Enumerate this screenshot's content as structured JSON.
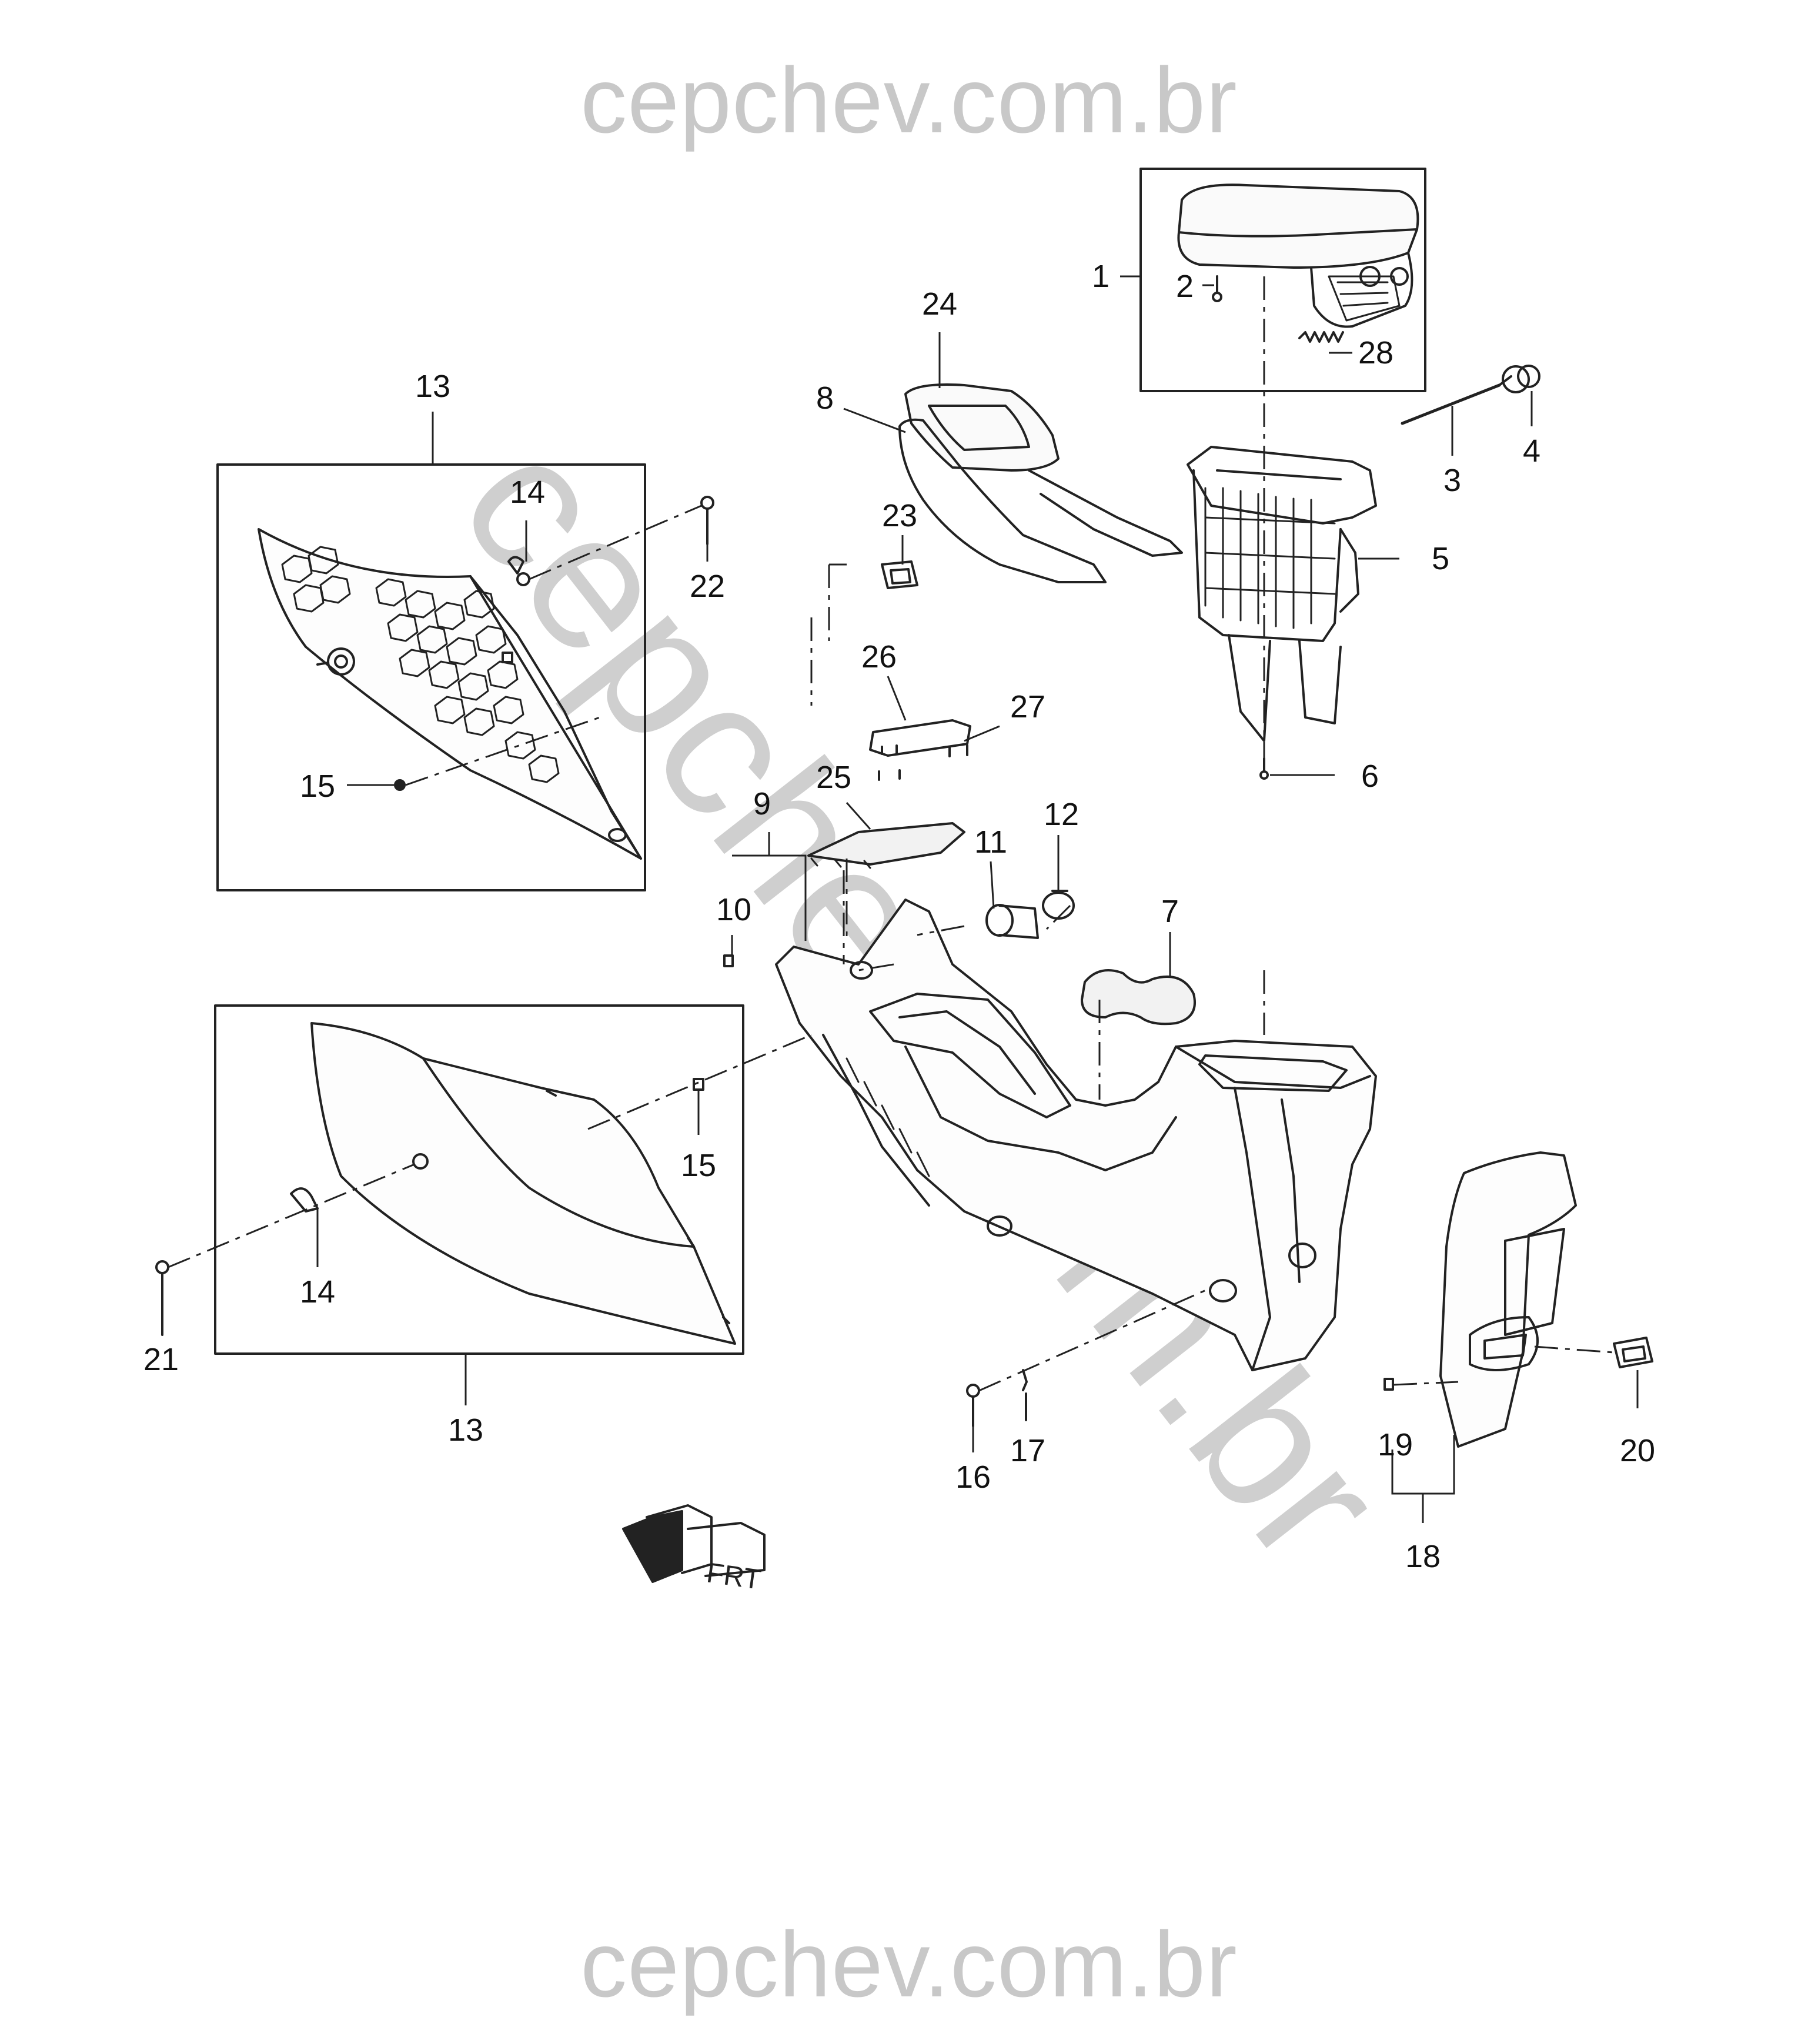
{
  "watermark": {
    "top": "cepchev.com.br",
    "diagonal": "cepchev.com.br",
    "bottom": "cepchev.com.br"
  },
  "front_arrow_label": "FRT",
  "callouts": {
    "c1": "1",
    "c2": "2",
    "c3": "3",
    "c4": "4",
    "c5": "5",
    "c6": "6",
    "c7": "7",
    "c8": "8",
    "c9": "9",
    "c10": "10",
    "c11": "11",
    "c12": "12",
    "c13a": "13",
    "c13b": "13",
    "c14a": "14",
    "c14b": "14",
    "c15a": "15",
    "c15b": "15",
    "c16": "16",
    "c17": "17",
    "c18": "18",
    "c19": "19",
    "c20": "20",
    "c21": "21",
    "c22": "22",
    "c23": "23",
    "c24": "24",
    "c25": "25",
    "c26": "26",
    "c27": "27",
    "c28": "28"
  }
}
